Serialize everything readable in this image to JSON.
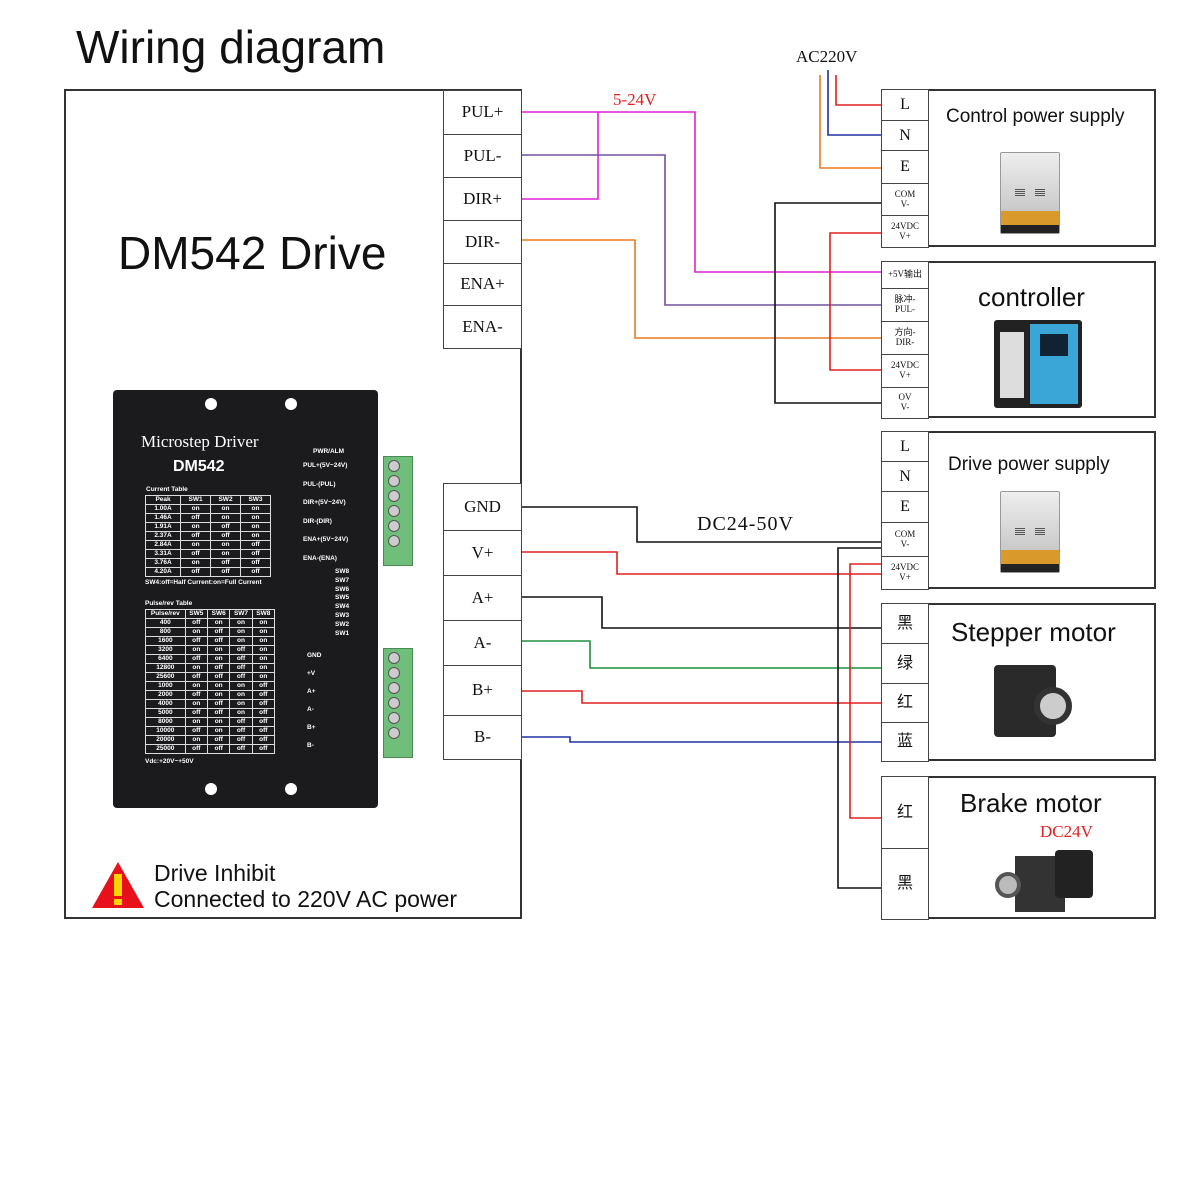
{
  "title": "Wiring diagram",
  "driver": {
    "name": "DM542 Drive",
    "photo_title": "Microstep  Driver",
    "photo_model": "DM542",
    "signal_terminals": [
      "PUL+",
      "PUL-",
      "DIR+",
      "DIR-",
      "ENA+",
      "ENA-"
    ],
    "power_terminals": [
      "GND",
      "V+",
      "A+",
      "A-",
      "B+",
      "B-"
    ],
    "photo_labels": {
      "pwr": "PWR/ALM",
      "pins": [
        "PUL+(5V~24V)",
        "PUL-(PUL)",
        "DIR+(5V~24V)",
        "DIR-(DIR)",
        "ENA+(5V~24V)",
        "ENA-(ENA)"
      ],
      "sw": [
        "SW8",
        "SW7",
        "SW6",
        "SW5",
        "SW4",
        "SW3",
        "SW2",
        "SW1"
      ],
      "motor_pins": [
        "GND",
        "+V",
        "A+",
        "A-",
        "B+",
        "B-"
      ],
      "current_table_title": "Current Table",
      "current_note": "SW4:off=Half Current:on=Full Current",
      "pulse_table_title": "Pulse/rev Table",
      "vdc": "Vdc:+20V~+50V"
    },
    "current_table": {
      "header": [
        "Peak",
        "SW1",
        "SW2",
        "SW3"
      ],
      "rows": [
        [
          "1.00A",
          "on",
          "on",
          "on"
        ],
        [
          "1.46A",
          "off",
          "on",
          "on"
        ],
        [
          "1.91A",
          "on",
          "off",
          "on"
        ],
        [
          "2.37A",
          "off",
          "off",
          "on"
        ],
        [
          "2.84A",
          "on",
          "on",
          "off"
        ],
        [
          "3.31A",
          "off",
          "on",
          "off"
        ],
        [
          "3.76A",
          "on",
          "off",
          "off"
        ],
        [
          "4.20A",
          "off",
          "off",
          "off"
        ]
      ]
    },
    "pulse_table": {
      "header": [
        "Pulse/rev",
        "SW5",
        "SW6",
        "SW7",
        "SW8"
      ],
      "rows": [
        [
          "400",
          "off",
          "on",
          "on",
          "on"
        ],
        [
          "800",
          "on",
          "off",
          "on",
          "on"
        ],
        [
          "1600",
          "off",
          "off",
          "on",
          "on"
        ],
        [
          "3200",
          "on",
          "on",
          "off",
          "on"
        ],
        [
          "6400",
          "off",
          "on",
          "off",
          "on"
        ],
        [
          "12800",
          "on",
          "off",
          "off",
          "on"
        ],
        [
          "25600",
          "off",
          "off",
          "off",
          "on"
        ],
        [
          "1000",
          "on",
          "on",
          "on",
          "off"
        ],
        [
          "2000",
          "off",
          "on",
          "on",
          "off"
        ],
        [
          "4000",
          "on",
          "off",
          "on",
          "off"
        ],
        [
          "5000",
          "off",
          "off",
          "on",
          "off"
        ],
        [
          "8000",
          "on",
          "on",
          "off",
          "off"
        ],
        [
          "10000",
          "off",
          "on",
          "off",
          "off"
        ],
        [
          "20000",
          "on",
          "off",
          "off",
          "off"
        ],
        [
          "25000",
          "off",
          "off",
          "off",
          "off"
        ]
      ]
    }
  },
  "warning": {
    "line1": "Drive Inhibit",
    "line2": "Connected to 220V AC power",
    "icon": "warning-triangle-icon"
  },
  "labels": {
    "signal_voltage": "5-24V",
    "ac": "AC220V",
    "dc": "DC24-50V"
  },
  "control_psu": {
    "title": "Control power supply",
    "terminals": [
      [
        "L"
      ],
      [
        "N"
      ],
      [
        "E"
      ],
      [
        "COM",
        "V-"
      ],
      [
        "24VDC",
        "V+"
      ]
    ]
  },
  "controller": {
    "title": "controller",
    "terminals": [
      [
        "+5V输出"
      ],
      [
        "脉冲-",
        "PUL-"
      ],
      [
        "方向-",
        "DIR-"
      ],
      [
        "24VDC",
        "V+"
      ],
      [
        "OV",
        "V-"
      ]
    ]
  },
  "drive_psu": {
    "title": "Drive power supply",
    "terminals": [
      [
        "L"
      ],
      [
        "N"
      ],
      [
        "E"
      ],
      [
        "COM",
        "V-"
      ],
      [
        "24VDC",
        "V+"
      ]
    ]
  },
  "stepper": {
    "title": "Stepper motor",
    "terminals": [
      "黑",
      "绿",
      "红",
      "蓝"
    ]
  },
  "brake": {
    "title": "Brake motor",
    "voltage": "DC24V",
    "terminals": [
      "红",
      "黑"
    ]
  },
  "colors": {
    "magenta": "#e020d8",
    "purple": "#7050a0",
    "orange": "#e87a20",
    "red": "#e02020",
    "blue": "#2030a0",
    "green": "#209040",
    "black": "#111111"
  }
}
